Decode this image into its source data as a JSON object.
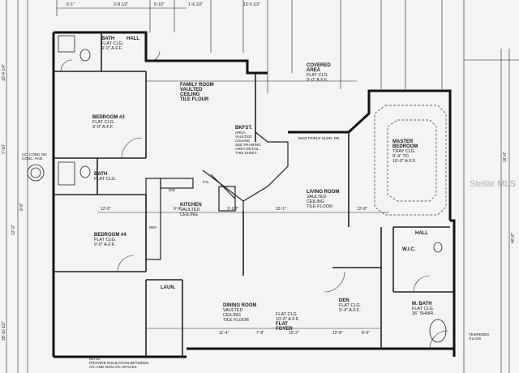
{
  "rooms": {
    "family": [
      "FAMILY ROOM",
      "VAULTED",
      "CEILING",
      "TILE FLOUR"
    ],
    "bath_top": [
      "BATH",
      "FLAT CLG.",
      "9'-0\" A.F.F."
    ],
    "bedroom3": [
      "BEDROOM #3",
      "FLAT CLG.",
      "9'-0\" A.F.F."
    ],
    "bath_mid": [
      "BATH",
      "FLAT CLG."
    ],
    "bedroom4": [
      "BEDROOM #4",
      "FLAT CLG.",
      "9'-0\" A.F.F."
    ],
    "bkfst": [
      "BKFST.",
      "AREA",
      "VAULTED",
      "CEILING",
      "SEE FRAMING",
      "AREA DETAIL",
      "THIS SHEET"
    ],
    "covered": [
      "COVERED",
      "AREA",
      "FLAT CLG.",
      "9'-0\" A.F.F."
    ],
    "master": [
      "MASTER",
      "BEDROOM",
      "TRAY CLG.",
      "9'-4\" TO",
      "10'-0\" A.F.F."
    ],
    "living": [
      "LIVING ROOM",
      "VAULTED",
      "CEILING",
      "TILE FLOOR"
    ],
    "kitchen": [
      "KITCHEN",
      "VAULTED",
      "CEILING"
    ],
    "dining": [
      "DINING ROOM",
      "VAULTED",
      "CEILING",
      "TILE FLOOR"
    ],
    "den": [
      "DEN",
      "FLAT CLG.",
      "9'-4\" A.F.F."
    ],
    "foyer": [
      "FLAT CLG.",
      "10'-0\" A.F.F.",
      "FLAT",
      "FOYER"
    ],
    "wic": [
      "W.I.C."
    ],
    "mbath": [
      "M. BATH",
      "FLAT CLG."
    ],
    "hall_top": [
      "HALL"
    ],
    "hall_right": [
      "HALL"
    ],
    "laun": [
      "LAUN."
    ]
  },
  "notes": {
    "ac": [
      "A/C COND ON",
      "CONC. PAD"
    ],
    "ps": [
      "P.S."
    ],
    "dw": [
      "DW"
    ],
    "ref": [
      "REF."
    ],
    "tempered": [
      "TEMPERED",
      "GLASS"
    ],
    "note": [
      "NOTE:",
      "PROVIDE INSULATION BETWEEN",
      "A/C AND NON-A/C SPACES"
    ],
    "slider": [
      "8030 TRIPLE SLDR. DR."
    ],
    "mbath_note": [
      "36\" SHWR."
    ]
  },
  "dims": {
    "top": [
      "5'-1\"",
      "3'-8 1/2\"",
      "5'-10\"",
      "1'-6 1/2\"",
      "13'-5 1/2\""
    ],
    "middle": [
      "12'-5\"",
      "9'-9\"",
      "3'-1/2\"",
      "15'-1\"",
      "12'-8\""
    ],
    "lower": [
      "11'-4\"",
      "7'-8\"",
      "10'-2\"",
      "12'-8\"",
      "8'-6\""
    ],
    "left": [
      "10'-4 1/4\"",
      "7'-10\"",
      "28'-10 1/2\"",
      "12'-0\"",
      "9'-6\""
    ],
    "right": [
      "16'-0\"",
      "40'-8\""
    ]
  },
  "watermark": "Stellar MLS"
}
